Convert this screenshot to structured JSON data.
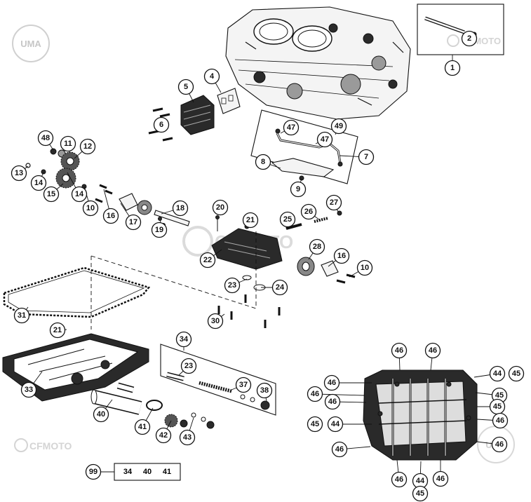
{
  "watermarks": {
    "brand": "CFMOTO",
    "logo": "UMA"
  },
  "callouts": [
    {
      "label": "1"
    },
    {
      "label": "2"
    },
    {
      "label": "4"
    },
    {
      "label": "5"
    },
    {
      "label": "6"
    },
    {
      "label": "47"
    },
    {
      "label": "49"
    },
    {
      "label": "47"
    },
    {
      "label": "7"
    },
    {
      "label": "8"
    },
    {
      "label": "9"
    },
    {
      "label": "48"
    },
    {
      "label": "11"
    },
    {
      "label": "12"
    },
    {
      "label": "13"
    },
    {
      "label": "14"
    },
    {
      "label": "14"
    },
    {
      "label": "15"
    },
    {
      "label": "10"
    },
    {
      "label": "16"
    },
    {
      "label": "17"
    },
    {
      "label": "18"
    },
    {
      "label": "19"
    },
    {
      "label": "20"
    },
    {
      "label": "21"
    },
    {
      "label": "25"
    },
    {
      "label": "26"
    },
    {
      "label": "27"
    },
    {
      "label": "22"
    },
    {
      "label": "28"
    },
    {
      "label": "16"
    },
    {
      "label": "10"
    },
    {
      "label": "23"
    },
    {
      "label": "24"
    },
    {
      "label": "31"
    },
    {
      "label": "30"
    },
    {
      "label": "21"
    },
    {
      "label": "34"
    },
    {
      "label": "33"
    },
    {
      "label": "23"
    },
    {
      "label": "37"
    },
    {
      "label": "38"
    },
    {
      "label": "40"
    },
    {
      "label": "41"
    },
    {
      "label": "42"
    },
    {
      "label": "43"
    },
    {
      "label": "46"
    },
    {
      "label": "46"
    },
    {
      "label": "44"
    },
    {
      "label": "45"
    },
    {
      "label": "46"
    },
    {
      "label": "45"
    },
    {
      "label": "46"
    },
    {
      "label": "46"
    },
    {
      "label": "45"
    },
    {
      "label": "45"
    },
    {
      "label": "44"
    },
    {
      "label": "46"
    },
    {
      "label": "46"
    },
    {
      "label": "46"
    },
    {
      "label": "46"
    },
    {
      "label": "44"
    },
    {
      "label": "45"
    },
    {
      "label": "46"
    },
    {
      "label": "99"
    }
  ],
  "kit": {
    "label": "99",
    "items": [
      "34",
      "40",
      "41"
    ]
  }
}
